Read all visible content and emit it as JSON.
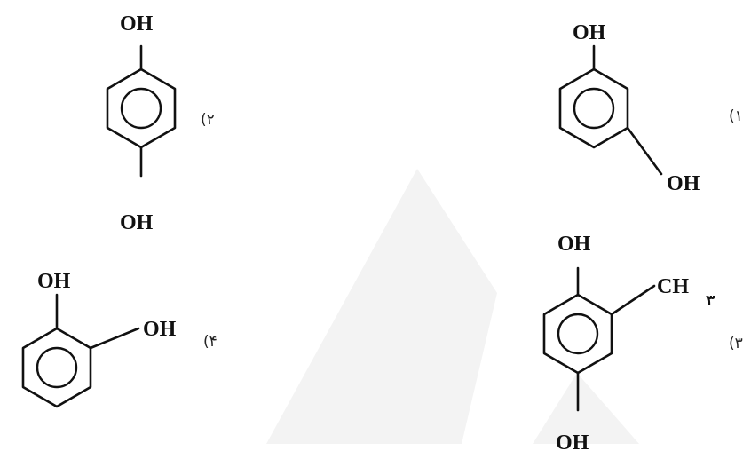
{
  "options": [
    {
      "label": "(۱",
      "atoms": {
        "top": "OH",
        "right": "OH"
      }
    },
    {
      "label": "(۲",
      "atoms": {
        "top": "OH",
        "bottom": "OH"
      }
    },
    {
      "label": "(۳",
      "atoms": {
        "top": "OH",
        "methyl": "CH",
        "methyl_sub": "۳",
        "bottom": "OH"
      }
    },
    {
      "label": "(۴",
      "atoms": {
        "top": "OH",
        "right": "OH"
      }
    }
  ]
}
